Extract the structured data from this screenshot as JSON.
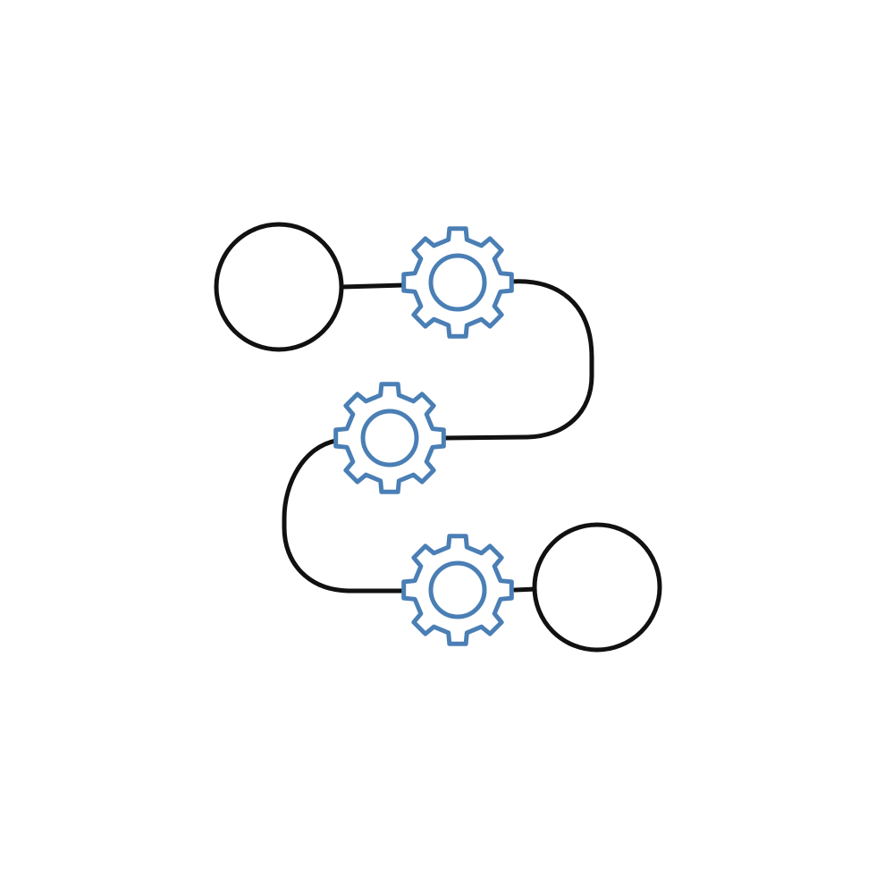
{
  "icon": {
    "name": "workflow-process-icon",
    "colors": {
      "background": "#ffffff",
      "line": "#111111",
      "gear": "#4a7fb5"
    },
    "nodes": [
      {
        "name": "start-node-icon"
      },
      {
        "name": "end-node-icon"
      }
    ],
    "gears": [
      {
        "name": "gear-icon-step-1"
      },
      {
        "name": "gear-icon-step-2"
      },
      {
        "name": "gear-icon-step-3"
      }
    ]
  }
}
